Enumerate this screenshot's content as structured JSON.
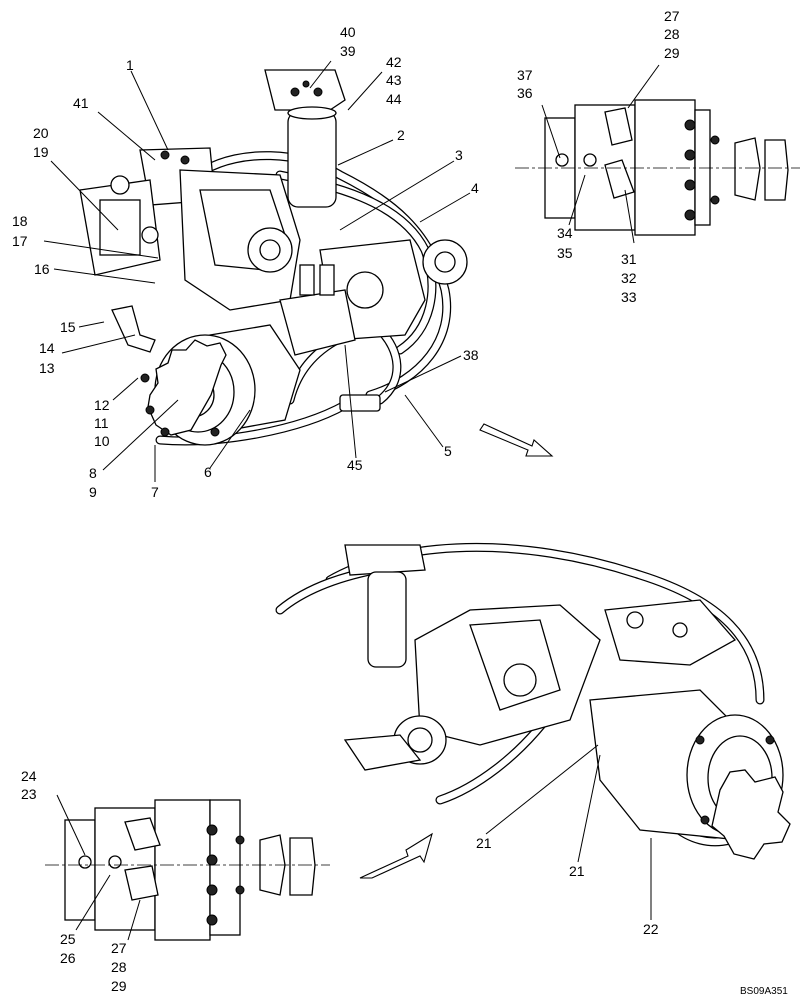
{
  "figure_code": "BS09A351",
  "callouts": {
    "c1": "1",
    "c2": "2",
    "c3": "3",
    "c4": "4",
    "c5": "5",
    "c6": "6",
    "c7": "7",
    "c8": "8",
    "c9": "9",
    "c10": "10",
    "c11": "11",
    "c12": "12",
    "c13": "13",
    "c14": "14",
    "c15": "15",
    "c16": "16",
    "c17": "17",
    "c18": "18",
    "c19": "19",
    "c20": "20",
    "c21a": "21",
    "c21b": "21",
    "c22": "22",
    "c23": "23",
    "c24": "24",
    "c25": "25",
    "c26": "26",
    "c27a": "27",
    "c28a": "28",
    "c29a": "29",
    "c27b": "27",
    "c28b": "28",
    "c29b": "29",
    "c31": "31",
    "c32": "32",
    "c33": "33",
    "c34": "34",
    "c35": "35",
    "c36": "36",
    "c37": "37",
    "c38": "38",
    "c39": "39",
    "c40": "40",
    "c41": "41",
    "c42": "42",
    "c43": "43",
    "c44": "44",
    "c45": "45"
  }
}
